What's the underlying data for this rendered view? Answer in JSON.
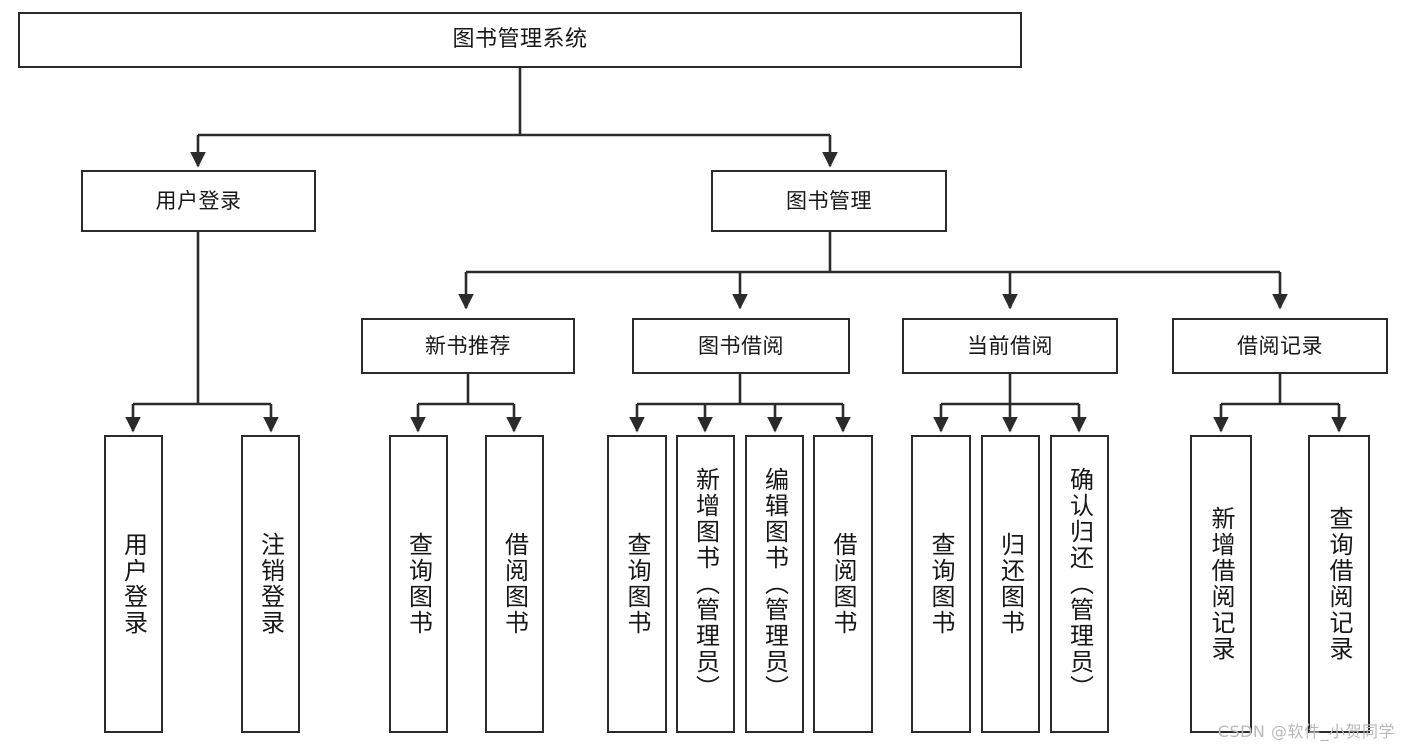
{
  "diagram": {
    "title": "图书管理系统",
    "type": "tree",
    "watermark": "CSDN @软件_小贺同学",
    "colors": {
      "stroke": "#2b2b2b",
      "fill": "#ffffff",
      "text": "#171717",
      "watermark": "#b9b9b9"
    },
    "levels": {
      "root": {
        "label": "图书管理系统"
      },
      "level2": [
        {
          "label": "用户登录"
        },
        {
          "label": "图书管理"
        }
      ],
      "level3": [
        {
          "label": "新书推荐"
        },
        {
          "label": "图书借阅"
        },
        {
          "label": "当前借阅"
        },
        {
          "label": "借阅记录"
        }
      ],
      "leaves": {
        "user_login": [
          {
            "label": "用户登录"
          },
          {
            "label": "注销登录"
          }
        ],
        "new_books": [
          {
            "label": "查询图书"
          },
          {
            "label": "借阅图书"
          }
        ],
        "book_borrow": [
          {
            "label": "查询图书"
          },
          {
            "label": "新增图书（管理员）"
          },
          {
            "label": "编辑图书（管理员）"
          },
          {
            "label": "借阅图书"
          }
        ],
        "current_borrow": [
          {
            "label": "查询图书"
          },
          {
            "label": "归还图书"
          },
          {
            "label": "确认归还（管理员）"
          }
        ],
        "borrow_records": [
          {
            "label": "新增借阅记录"
          },
          {
            "label": "查询借阅记录"
          }
        ]
      }
    }
  }
}
